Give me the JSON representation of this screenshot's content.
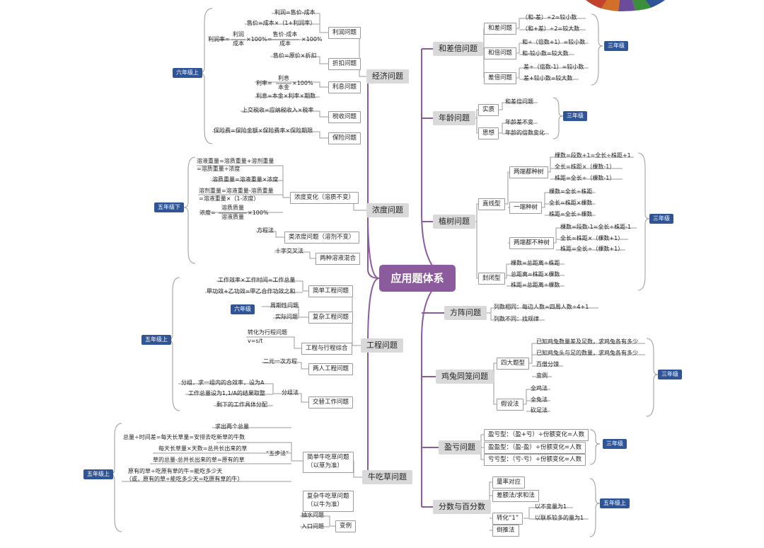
{
  "root": "应用题体系",
  "badges": {
    "g6": "六年级上",
    "g5a": "五年级下",
    "g6b": "六年级",
    "g5b": "五年级上",
    "g5c": "五年级上",
    "g3a": "三年级",
    "g3b": "三年级",
    "g3c": "三年级",
    "g3d": "三年级",
    "g3e": "三年级",
    "g5d": "五年级上"
  },
  "econ": {
    "title": "经济问题",
    "profit": {
      "label": "利润问题",
      "f1": "利润=售价-成本",
      "f2": "售价=成本×（1+利润率）",
      "rate_prefix": "利润率=",
      "num1": "利润",
      "den1": "成本",
      "times1": "×100%=",
      "num2": "售价-成本",
      "den2": "成本",
      "times2": "×100%"
    },
    "discount": {
      "label": "折扣问题",
      "f1": "售价=原价×折扣"
    },
    "interest": {
      "label": "利息问题",
      "rate_prefix": "利率=",
      "num": "利息",
      "den": "本金",
      "times": "×100%",
      "f2": "利息=本金×利率×期数"
    },
    "tax": {
      "label": "税收问题",
      "f1": "上交税收=应纳税收入×税率"
    },
    "ins": {
      "label": "保险问题",
      "f1": "保险费=保险金额×保险费率×保险期限"
    }
  },
  "conc": {
    "title": "浓度问题",
    "f1a": "溶液重量=溶质重量+溶剂重量",
    "f1b": "=溶质重量÷浓度",
    "f2": "溶质重量=溶液重量×浓度",
    "f3a": "溶剂重量=溶液重量-溶质重量",
    "f3b": "=溶液重量×（1-浓度）",
    "f4_prefix": "浓度=",
    "f4_num": "溶质质量",
    "f4_den": "溶液质量",
    "f4_times": "×100%",
    "change": "浓度变化（溶质不变）",
    "method": "方程法",
    "same": "类浓度问题（溶剂不变）",
    "cross": "十字交叉法",
    "mix": "两种溶液混合"
  },
  "eng": {
    "title": "工程问题",
    "f1": "工作效率×工作时间=工作总量",
    "f2": "甲功效+乙功效=甲乙合作功效之和",
    "simple": "简单工程问题",
    "periodic": "周期性问题",
    "actual": "实际问题",
    "complex": "复杂工程问题",
    "conv1": "转化为行程问题",
    "conv2": "v=s/t",
    "travel": "工程与行程综合",
    "linear": "二元一次方程",
    "two": "两人工程问题",
    "g1": "分组，求一组内的合效率，设为A",
    "g2": "工作总量设为1,1/A的结果取整",
    "g3": "剩下的工作具体分配",
    "group": "分组法",
    "alt": "交替工作问题"
  },
  "cow": {
    "title": "牛吃草问题",
    "s0": "求出两个总量",
    "s1": "总量÷时间差=每天长草量=安排去吃新草的牛数",
    "s2": "每天长草量×天数=总共长出来的草",
    "s3": "草的总量-总共长出来的草=原有的草",
    "s4a": "原有的草÷吃原有草的牛=能吃多少天",
    "s4b": "（或，原有的草÷能吃多少天=吃原有草的牛）",
    "five": "“五步法”",
    "simple1": "简单牛吃草问题",
    "simple2": "（以草为准）",
    "complex1": "复杂牛吃草问题",
    "complex2": "（以牛为准）",
    "draw": "抽水问题",
    "entry": "入口问题",
    "variant": "变例"
  },
  "hecha": {
    "title": "和差倍问题",
    "hc": "和差问题",
    "hc1": "（和-差）÷2=较小数",
    "hc2": "（和+差）÷2=较大数",
    "hb": "和倍问题",
    "hb1": "和÷（倍数+1）=较小数",
    "hb2": "和-较小数=较大数",
    "cb": "差倍问题",
    "cb1": "差÷（倍数-1）=较小数",
    "cb2": "差+较小数=较大数"
  },
  "age": {
    "title": "年龄问题",
    "essence": "实质",
    "essence1": "和差倍问题",
    "think": "思想",
    "think1": "年龄差不变",
    "think2": "年龄的倍数变化"
  },
  "tree": {
    "title": "植树问题",
    "line": "直线型",
    "both": "两端都种树",
    "b1": "棵数=段数+1=全长÷株距+1",
    "b2": "全长=株距×（棵数-1）",
    "b3": "株距=全长÷（棵数-1）",
    "one": "一端种树",
    "o1": "棵数=全长÷株距",
    "o2": "全长=株距×棵数",
    "o3": "株距=全长÷棵数",
    "none": "两端都不种树",
    "n1": "棵数=段数-1=全长÷株距-1",
    "n2": "全长=株距×（棵数+1）",
    "n3": "株距=全长÷（棵数+1）",
    "closed": "封闭型",
    "c1": "棵数=总距离÷株距",
    "c2": "总距离=株距×棵数",
    "c3": "株距=总距离÷棵数"
  },
  "square": {
    "title": "方阵问题",
    "f1": "列数相同：每边人数=四周人数÷4+1",
    "f2": "列数不同：找规律"
  },
  "chicken": {
    "title": "鸡兔同笼问题",
    "four": "四大题型",
    "t1": "已知鸡兔数量差及足数，求鸡兔各有多少",
    "t2": "已知鸡兔头与足的数量，求鸡兔各有多少",
    "t3": "百僧分馍",
    "t4": "变例",
    "assume": "假设法",
    "a1": "全鸡法",
    "a2": "全兔法",
    "a3": "砍足法"
  },
  "profitloss": {
    "title": "盈亏问题",
    "p1": "盈亏型：（盈+亏）÷份额变化=人数",
    "p2": "盈盈型：（盈-盈）÷份额变化=人数",
    "p3": "亏亏型：（亏-亏）÷份额变化=人数"
  },
  "frac": {
    "title": "分数与百分数",
    "q1": "量率对应",
    "q2": "差额法/求和法",
    "q3": "转化“1”",
    "q3a": "以不变量为1",
    "q3b": "以联系较多的量为1",
    "q4": "倒推法"
  }
}
